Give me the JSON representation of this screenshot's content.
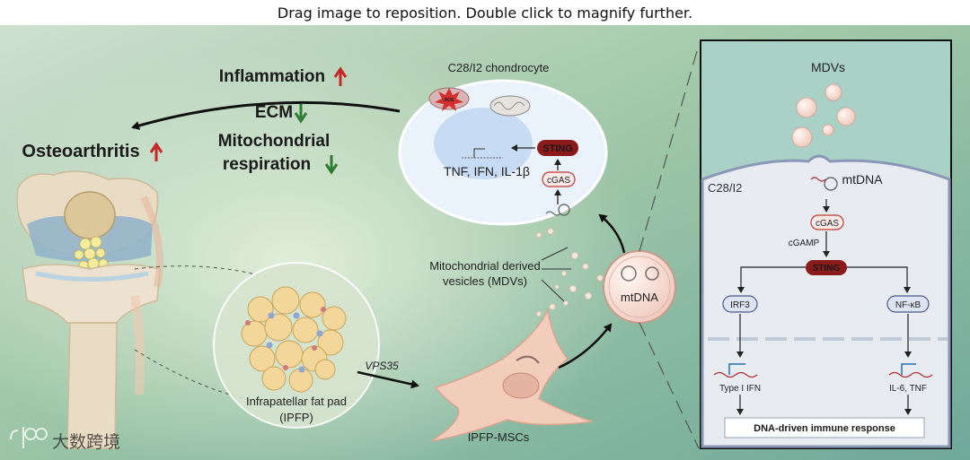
{
  "viewer": {
    "instruction": "Drag image to reposition. Double click to magnify further."
  },
  "left": {
    "inflammation": "Inflammation",
    "ecm": "ECM",
    "mito_line1": "Mitochondrial",
    "mito_line2": "respiration",
    "osteoarthritis": "Osteoarthritis",
    "ifpf_line1": "Infrapatellar fat pad",
    "ifpf_line2": "(IPFP)",
    "vps35": "VPS35",
    "ipfp_mscs": "IPFP-MSCs"
  },
  "cell": {
    "title": "C28/I2 chondrocyte",
    "ros": "ROS",
    "sting": "STING",
    "cgas": "cGAS",
    "cytokines": "TNF, IFN, IL-1β"
  },
  "middle": {
    "mdv_line1": "Mitochondrial derived",
    "mdv_line2": "vesicles (MDVs)",
    "mtdna": "mtDNA"
  },
  "panel": {
    "mdvs": "MDVs",
    "cell_label": "C28/I2",
    "mtdna": "mtDNA",
    "cgas": "cGAS",
    "cgamp": "cGAMP",
    "sting": "STING",
    "irf3": "IRF3",
    "nfkb": "NF-κB",
    "type1ifn": "Type I IFN",
    "il6tnf": "IL-6, TNF",
    "response": "DNA-driven immune response"
  },
  "watermark": {
    "text": "大数跨境"
  },
  "colors": {
    "up_arrow": "#c62828",
    "down_arrow": "#2e7d32",
    "sting_fill": "#8b1a1a",
    "cgas_stroke": "#c0392b",
    "panel_node_fill": "#dde3f0",
    "panel_node_stroke": "#4a5a8a"
  }
}
